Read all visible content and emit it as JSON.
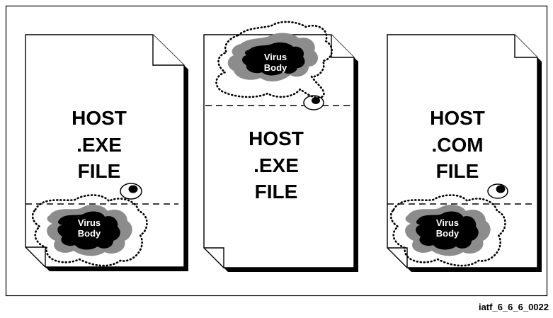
{
  "documents": [
    {
      "id": "host-exe-appended",
      "lines": [
        "HOST",
        ".EXE",
        "FILE"
      ],
      "virus_label": [
        "Virus",
        "Body"
      ],
      "virus_position": "end"
    },
    {
      "id": "host-exe-prepended",
      "lines": [
        "HOST",
        ".EXE",
        "FILE"
      ],
      "virus_label": [
        "Virus",
        "Body"
      ],
      "virus_position": "start"
    },
    {
      "id": "host-com-appended",
      "lines": [
        "HOST",
        ".COM",
        "FILE"
      ],
      "virus_label": [
        "Virus",
        "Body"
      ],
      "virus_position": "end"
    }
  ],
  "caption": "iatf_6_6_6_0022",
  "colors": {
    "virus_core": "#000000",
    "virus_halo": "#8c8c8c",
    "page": "#ffffff",
    "stroke": "#000000"
  }
}
